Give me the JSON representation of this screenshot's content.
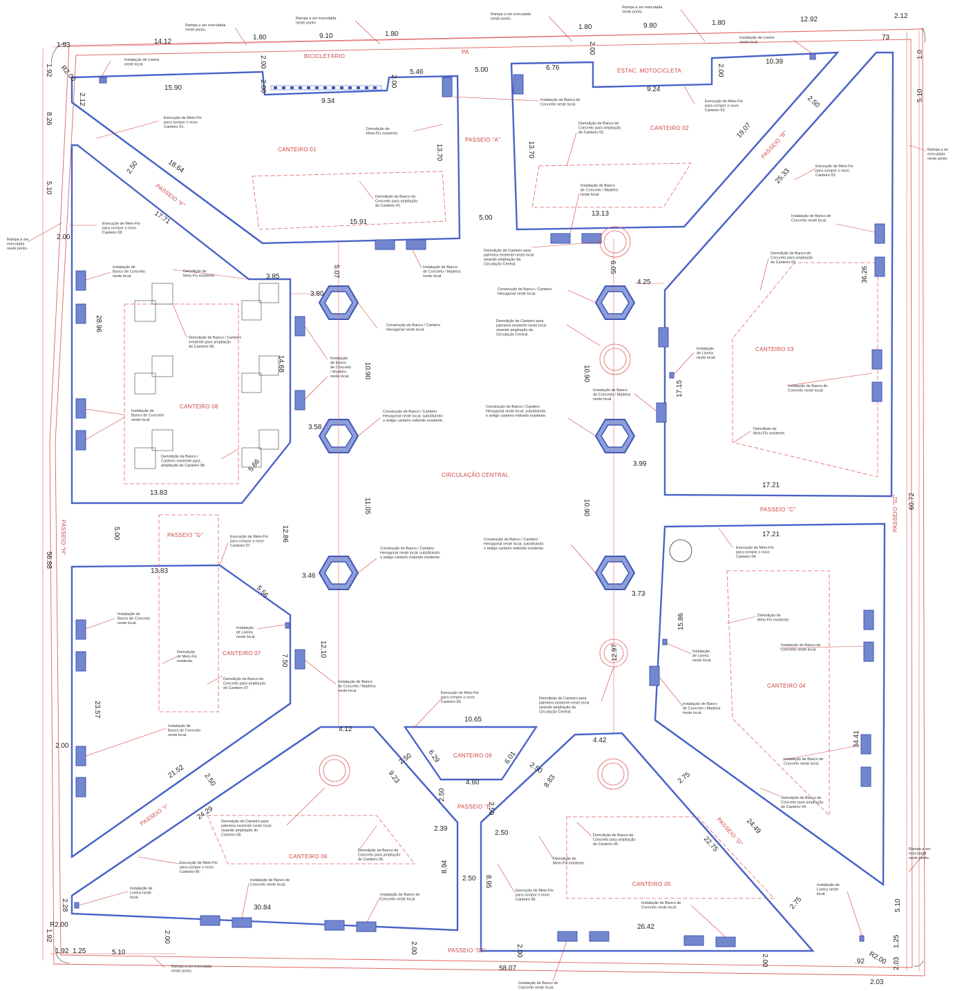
{
  "zones": {
    "bicicletario": "BICICLETÁRIO",
    "estac_moto": "ESTAC. MOTOCICLETA",
    "passeio_top": "PA",
    "passeio_a": "PASSEIO \"A\"",
    "passeio_b": "PASSEIO \"B\"",
    "passeio_c": "PASSEIO \"C\"",
    "passeio_d": "PASSEIO \"D\"",
    "passeio_e": "PASSEIO \"E\"",
    "passeio_f": "PASSEIO \"F\"",
    "passeio_g": "PASSEIO \"G\"",
    "passeio_h": "PASSEIO \"H\"",
    "passeio_i": "PASSEIO \"I\"",
    "passeio_02": "PASSEIO \"02\"",
    "passeio_03": "PASSEIO \"03\"",
    "circulacao": "CIRCULAÇÃO CENTRAL",
    "canteiro_01": "CANTEIRO 01",
    "canteiro_02": "CANTEIRO 02",
    "canteiro_03": "CANTEIRO 03",
    "canteiro_04": "CANTEIRO 04",
    "canteiro_05": "CANTEIRO 05",
    "canteiro_06": "CANTEIRO 06",
    "canteiro_07": "CANTEIRO 07",
    "canteiro_08": "CANTEIRO 08",
    "canteiro_09": "CANTEIRO 09"
  },
  "dims": {
    "top": [
      "1.93",
      "14.12",
      "1.80",
      "9.10",
      "1.80",
      "1.80",
      "9.80",
      "1.80",
      "12.92",
      "2.12",
      "73"
    ],
    "bottom": [
      "1.92",
      "1.25",
      "5.10",
      "58.07",
      "2.03",
      ".92"
    ],
    "left": [
      "1.92",
      "8.26",
      "5.10",
      "56.88",
      "1.92"
    ],
    "right": [
      "1.0",
      "5.10",
      "60.72",
      "5.10",
      "1.25",
      "2.03"
    ],
    "inner": [
      "15.90",
      "2.12",
      "2.00",
      "2.00",
      "9.34",
      "5.46",
      "2.00",
      "2.00",
      "5.00",
      "6.76",
      "9.24",
      "2.00",
      "10.39",
      "13.70",
      "13.70",
      "18.64",
      "2.50",
      "17.71",
      "2.00",
      "15.91",
      "5.00",
      "13.13",
      "19.07",
      "2.50",
      "25.33",
      "36.26",
      "5.07",
      "3.85",
      "3.80",
      "6.05",
      "4.25",
      "28.96",
      "14.68",
      "10.90",
      "10.90",
      "17.15",
      "3.58",
      "5.66",
      "13.83",
      "3.99",
      "17.21",
      "11.05",
      "10.90",
      "5.00",
      "12.86",
      "17.21",
      "13.83",
      "3.46",
      "5.56",
      "3.73",
      "15.86",
      "7.50",
      "12.10",
      "12.97",
      "23.57",
      "2.00",
      "4.12",
      "10.65",
      "4.42",
      "34.41",
      "21.52",
      "2.50",
      "6.29",
      "2.50",
      "6.01",
      "2.50",
      "9.23",
      "8.83",
      "2.75",
      "4.60",
      "24.29",
      "2.50",
      "2.50",
      "2.39",
      "2.50",
      "24.49",
      "22.75",
      "8.94",
      "2.50",
      "8.95",
      "2.28",
      "30.84",
      "2.75",
      "26.42",
      "2.00",
      "2.00",
      "2.00",
      "2.00"
    ],
    "r2": [
      "R2.00",
      "R2.00",
      "R2.00"
    ]
  },
  "notes": {
    "rampa_top1": [
      "Rampa a ser executada",
      "neste ponto."
    ],
    "rampa_top2": [
      "Rampa a ser executada",
      "neste ponto."
    ],
    "rampa_top3": [
      "Rampa a ser executada",
      "neste ponto."
    ],
    "rampa_top4": [
      "Rampa a ser executada",
      "neste ponto."
    ],
    "rampa_left": [
      "Rampa a ser",
      "executada",
      "neste ponto."
    ],
    "rampa_right_top": [
      "Rampa a se",
      "executada",
      "neste ponto"
    ],
    "rampa_right_bot": [
      "Rampa a ser",
      "executada",
      "neste ponto."
    ],
    "rampa_bottom": [
      "Rampa a ser executada",
      "neste ponto."
    ],
    "lixeira_top_left": [
      "Instalação de Lixeira",
      "neste local."
    ],
    "lixeira_top_right": [
      "Instalação de Lixeira",
      "neste local."
    ],
    "meiofio_01": [
      "Execução de Meio-Fio",
      "para compor o novo",
      "Canteiro 01."
    ],
    "demol_meiofio_01": [
      "Demolição de",
      "Meio-Fio existente."
    ],
    "demol_banco_01": [
      "Demolição de Banco de",
      "Concreto para ampliação",
      "do Canteiro 01."
    ],
    "banco_a": [
      "Instalação de Banco de",
      "Concreto neste local."
    ],
    "demol_banco_02": [
      "Demolição de Banco de",
      "Concreto para ampliação",
      "do Canteiro 02."
    ],
    "meiofio_02": [
      "Execução de Meio-Fio",
      "para compor o novo",
      "Canteiro 02."
    ],
    "meiofio_03": [
      "Execução de Meio-Fio",
      "para compor o novo",
      "Canteiro 03."
    ],
    "banco_madeira_top": [
      "Instalação de Banco",
      "de Concreto / Madeira",
      "neste local."
    ],
    "banco_madeira_01": [
      "Instalação de Banco",
      "de Concreto / Madeira",
      "neste local."
    ],
    "demol_canteiro_top": [
      "Demolição de Canteiro para",
      "palmeira existente neste local",
      "visando ampliação da",
      "Circulação Central."
    ],
    "meiofio_08": [
      "Execução de Meio-Fio",
      "para compor o novo",
      "Canteiro 08."
    ],
    "banco_08a": [
      "Instalação de",
      "Banco de Concreto",
      "neste local."
    ],
    "demol_meiofio_08": [
      "Demolição de",
      "Meio-Fio existente."
    ],
    "banco_03a": [
      "Instalação de Banco de",
      "Concreto neste local."
    ],
    "demol_banco_03": [
      "Demolição de Banco de",
      "Concreto para ampliação",
      "do Canteiro 03."
    ],
    "hex_1": [
      "Construção de Banco / Canteiro",
      "Hexagonal neste local."
    ],
    "hex_2": [
      "Construção de Banco / Canteiro",
      "Hexagonal neste local."
    ],
    "demol_canteiro_06": [
      "Demolição de Banco / Canteiro",
      "existente para ampliação",
      "do Canteiro 08."
    ],
    "banco_madeira_08": [
      "Instalação",
      "de Banco",
      "de Concreto",
      "/ Madeira",
      "neste local."
    ],
    "demol_canteiro_mid": [
      "Demolição de Canteiro para",
      "palmeira existente neste local",
      "visando ampliação da",
      "Circulação Central."
    ],
    "lixeira_03": [
      "Instalação",
      "de Lixeira",
      "neste local."
    ],
    "banco_madeira_mid": [
      "Instalação de Banco",
      "de Concreto / Madeira",
      "neste local."
    ],
    "banco_03b": [
      "Instalação de Banco de",
      "Concreto neste local."
    ],
    "banco_08b": [
      "Instalação de",
      "Banco de Concreto",
      "neste local."
    ],
    "hex_3": [
      "Construção de Banco / Canteiro",
      "Hexagonal neste local, substituindo",
      "o antigo canteiro redondo existente."
    ],
    "hex_4": [
      "Construção de Banco / Canteiro",
      "Hexagonal neste local, substituindo",
      "o antigo canteiro redondo existente."
    ],
    "demol_meiofio_03": [
      "Demolição de",
      "Meio-Fio existente."
    ],
    "demol_canteiro_08b": [
      "Demolição de Banco /",
      "Canteiro existente para",
      "ampliação do Canteiro 08."
    ],
    "meiofio_07": [
      "Execução de Meio-Fio",
      "para compor o novo",
      "Canteiro 07."
    ],
    "meiofio_04": [
      "Execução de Meio-Fio",
      "para compor o novo",
      "Canteiro 04."
    ],
    "hex_5": [
      "Construção de Banco / Canteiro",
      "Hexagonal neste local, substituindo",
      "o antigo canteiro redondo existente."
    ],
    "hex_6": [
      "Construção de Banco / Canteiro",
      "Hexagonal neste local, substituindo",
      "o antigo canteiro redondo existente."
    ],
    "banco_07": [
      "Instalação de",
      "Banco de Concreto",
      "neste local."
    ],
    "lixeira_07": [
      "Instalação",
      "de Lixeira",
      "neste local."
    ],
    "demol_meiofio_04": [
      "Demolição de",
      "Meio-Fio existente."
    ],
    "demol_meiofio_07": [
      "Demolição",
      "de Meio-Fio",
      "existente."
    ],
    "banco_04a": [
      "Instalação de Banco de",
      "Concreto neste local."
    ],
    "demol_banco_07": [
      "Demolição de Banco de",
      "Concreto para ampliação",
      "do Canteiro 07."
    ],
    "lixeira_04": [
      "Instalação",
      "de Lixeira",
      "neste local."
    ],
    "banco_madeira_07": [
      "Instalação de Banco",
      "de Concreto / Madeira",
      "neste local."
    ],
    "meiofio_09": [
      "Execução de Meio-Fio",
      "para compor o novo",
      "Canteiro 09."
    ],
    "demol_canteiro_low": [
      "Demolição de Canteiro para",
      "palmeira existente neste local",
      "visando ampliação da",
      "Circulação Central."
    ],
    "banco_madeira_04": [
      "Instalação de Banco",
      "de Concreto / Madeira",
      "neste local."
    ],
    "banco_07b": [
      "Instalação de",
      "Banco de Concreto",
      "neste local."
    ],
    "banco_04b": [
      "Instalação de Banco de",
      "Concreto neste local."
    ],
    "demol_banco_04": [
      "Demolição de Banco de",
      "Concreto para ampliação",
      "do Canteiro 04."
    ],
    "demol_canteiro_06b": [
      "Demolição de Canteiro para",
      "palmeira existente neste local",
      "visando ampliação do",
      "Canteiro 06."
    ],
    "demol_banco_06": [
      "Demolição de Banco de",
      "Concreto para ampliação",
      "do Canteiro 06."
    ],
    "demol_banco_05": [
      "Demolição de Banco de",
      "Concreto para ampliação",
      "do Canteiro 05."
    ],
    "demol_meiofio_05": [
      "Demolição de",
      "Meio-Fio existente."
    ],
    "meiofio_06": [
      "Execução de Meio-Fio",
      "para compor o novo",
      "Canteiro 06."
    ],
    "lixeira_06": [
      "Instalação de",
      "Lixeira neste",
      "local."
    ],
    "banco_06a": [
      "Instalação de Banco de",
      "Concreto neste local."
    ],
    "banco_06b": [
      "Instalação de Banco de",
      "Concreto neste local."
    ],
    "meiofio_05": [
      "Execução de Meio-Fio",
      "para compor o novo",
      "Canteiro 05."
    ],
    "banco_05": [
      "Instalação de Banco de",
      "Concreto neste local."
    ],
    "lixeira_05": [
      "Instalação de",
      "Lixeira neste",
      "local."
    ],
    "banco_bottom": [
      "Instalação de Banco de",
      "Concreto neste local."
    ]
  },
  "colors": {
    "new_work": "#4a63c8",
    "existing": "#e06060",
    "labels": "#d04040",
    "dimensions": "#222222"
  }
}
